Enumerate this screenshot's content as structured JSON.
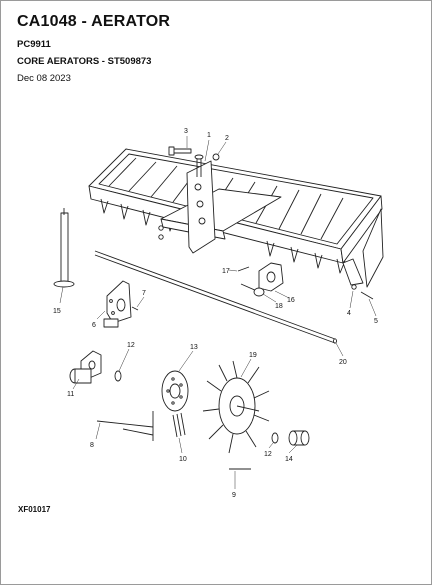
{
  "header": {
    "title": "CA1048 - AERATOR",
    "model": "PC9911",
    "section": "CORE AERATORS - ST509873",
    "date": "Dec 08 2023"
  },
  "figure_id": "XF01017",
  "callouts": [
    "1",
    "2",
    "3",
    "4",
    "5",
    "6",
    "7",
    "8",
    "9",
    "10",
    "11",
    "12",
    "12",
    "13",
    "14",
    "15",
    "16",
    "17",
    "18",
    "19",
    "20"
  ]
}
